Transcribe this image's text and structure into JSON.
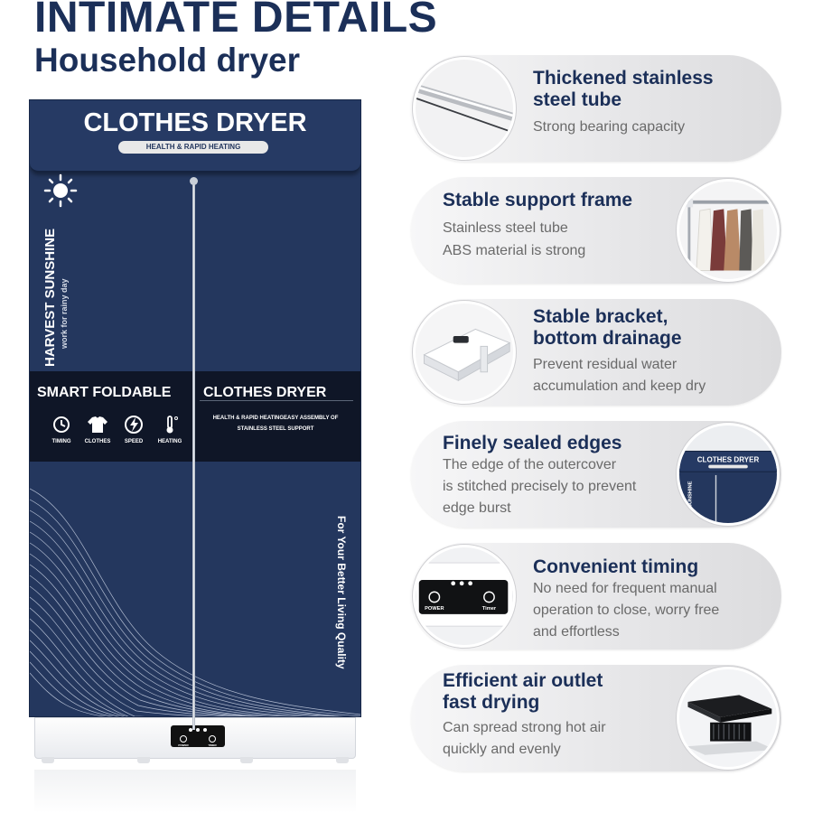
{
  "header": {
    "title": "INTIMATE DETAILS",
    "subtitle": "Household dryer"
  },
  "product": {
    "flap_title": "CLOTHES DRYER",
    "flap_tag": "HEALTH & RAPID HEATING",
    "brand_name": "HARVEST SUNSHINE",
    "brand_tagline": "work for rainy day",
    "band_left_title": "SMART FOLDABLE",
    "band_right_title": "CLOTHES DRYER",
    "band_right_line1": "HEALTH & RAPID HEATINGEASY ASSEMBLY OF",
    "band_right_line2": "STAINLESS STEEL SUPPORT",
    "features": [
      {
        "label": "TIMING",
        "icon": "timer-icon"
      },
      {
        "label": "CLOTHES",
        "icon": "shirt-icon"
      },
      {
        "label": "SPEED",
        "icon": "speed-icon"
      },
      {
        "label": "HEATING",
        "icon": "thermometer-icon"
      }
    ],
    "side_text": "For Your Better Living Quality",
    "panel_power": "POWER",
    "panel_timer": "TIMER"
  },
  "cards": [
    {
      "title_lines": [
        "Thickened stainless",
        "steel tube"
      ],
      "desc_lines": [
        "Strong bearing capacity"
      ],
      "image": "steel-tube"
    },
    {
      "title_lines": [
        "Stable support frame"
      ],
      "desc_lines": [
        "Stainless steel tube",
        "ABS material is strong"
      ],
      "image": "clothes-rack"
    },
    {
      "title_lines": [
        "Stable bracket,",
        "bottom drainage"
      ],
      "desc_lines": [
        "Prevent residual water",
        "accumulation and keep dry"
      ],
      "image": "bracket"
    },
    {
      "title_lines": [
        "Finely sealed edges"
      ],
      "desc_lines": [
        "The edge of  the outercover",
        "is stitched precisely to prevent",
        "edge burst"
      ],
      "image": "cover-edge"
    },
    {
      "title_lines": [
        "Convenient timing"
      ],
      "desc_lines": [
        "No need for frequent manual",
        "operation to close, worry free",
        "and effortless"
      ],
      "image": "control-panel"
    },
    {
      "title_lines": [
        "Efficient air outlet",
        "fast drying"
      ],
      "desc_lines": [
        "Can spread strong hot air",
        "quickly and evenly"
      ],
      "image": "air-outlet"
    }
  ],
  "thumb_text": {
    "cover_title": "CLOTHES DRYER",
    "cover_brand": "SUNSHINE",
    "power": "POWER",
    "timer": "Timer"
  },
  "colors": {
    "navy": "#1b2f58",
    "cover": "#24375e",
    "band": "#0f1627",
    "grey_text": "#6a6a6a"
  }
}
